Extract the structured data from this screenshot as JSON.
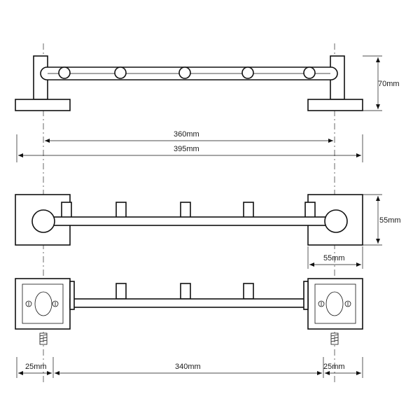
{
  "dimensions": {
    "height_side": "70mm",
    "centers": "360mm",
    "overall": "395mm",
    "plate_height": "55mm",
    "plate_width": "55mm",
    "screw_offset_left": "25mm",
    "screw_spacing": "340mm",
    "screw_offset_right": "25mm"
  }
}
